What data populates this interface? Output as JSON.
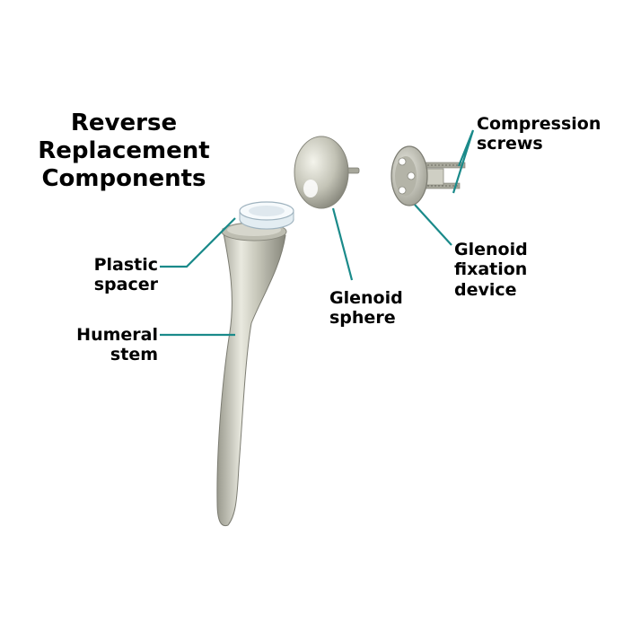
{
  "title": [
    "Reverse",
    "Replacement",
    "Components"
  ],
  "labels": {
    "compression_screws": [
      "Compression",
      "screws"
    ],
    "glenoid_fixation": [
      "Glenoid",
      "fixation",
      "device"
    ],
    "glenoid_sphere": [
      "Glenoid",
      "sphere"
    ],
    "plastic_spacer": [
      "Plastic",
      "spacer"
    ],
    "humeral_stem": [
      "Humeral",
      "stem"
    ]
  },
  "colors": {
    "leader_line": "#1a8a8a",
    "metal_light": "#f2f2ea",
    "metal_mid": "#c9c9bd",
    "metal_dark": "#8f8f84",
    "plastic": "#e6eef2"
  }
}
